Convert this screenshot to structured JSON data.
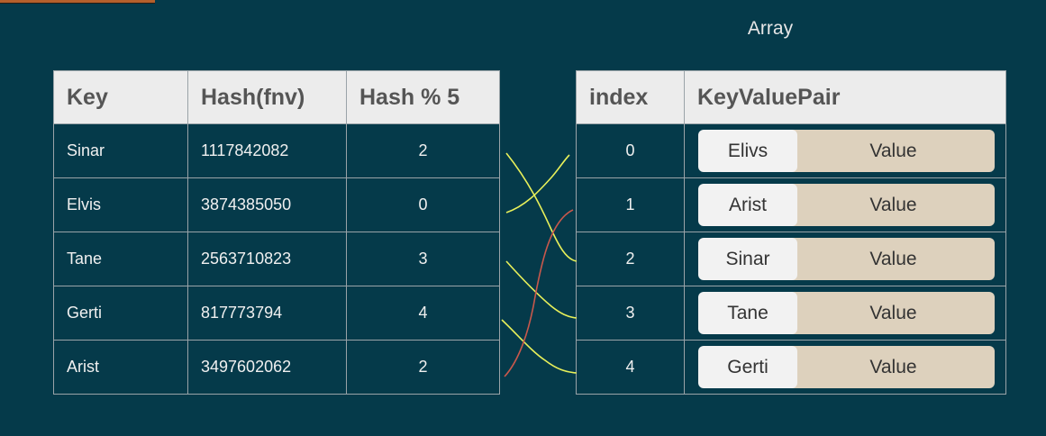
{
  "array_title": "Array",
  "hash_table": {
    "headers": [
      "Key",
      "Hash(fnv)",
      "Hash % 5"
    ],
    "rows": [
      {
        "key": "Sinar",
        "hash": "1117842082",
        "mod": "2"
      },
      {
        "key": "Elvis",
        "hash": "3874385050",
        "mod": "0"
      },
      {
        "key": "Tane",
        "hash": "2563710823",
        "mod": "3"
      },
      {
        "key": "Gerti",
        "hash": "817773794",
        "mod": "4"
      },
      {
        "key": "Arist",
        "hash": "3497602062",
        "mod": "2"
      }
    ]
  },
  "array_table": {
    "headers": [
      "index",
      "KeyValuePair"
    ],
    "rows": [
      {
        "index": "0",
        "key": "Elivs",
        "value": "Value"
      },
      {
        "index": "1",
        "key": "Arist",
        "value": "Value"
      },
      {
        "index": "2",
        "key": "Sinar",
        "value": "Value"
      },
      {
        "index": "3",
        "key": "Tane",
        "value": "Value"
      },
      {
        "index": "4",
        "key": "Gerti",
        "value": "Value"
      }
    ]
  },
  "colors": {
    "background": "#053a4a",
    "header_bg": "#ececec",
    "value_bg": "#ddd1bd",
    "line_yellow": "#e8f05a",
    "line_red": "#c8584c"
  }
}
